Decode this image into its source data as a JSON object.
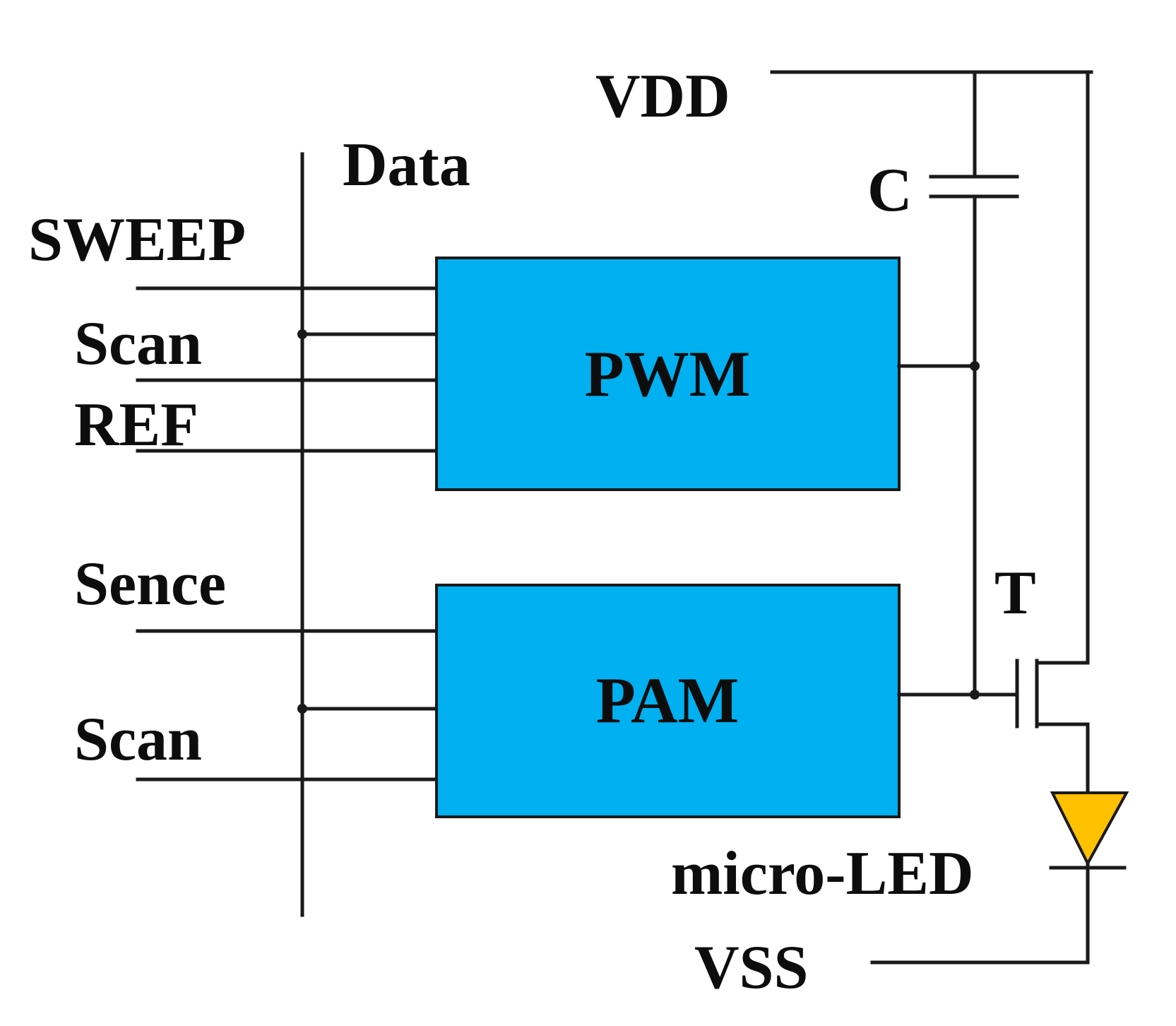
{
  "labels": {
    "vdd": "VDD",
    "data": "Data",
    "capacitor": "C",
    "sweep": "SWEEP",
    "scan_top": "Scan",
    "ref": "REF",
    "sence": "Sence",
    "scan_bottom": "Scan",
    "transistor": "T",
    "led": "micro-LED",
    "vss": "VSS"
  },
  "blocks": {
    "pwm": "PWM",
    "pam": "PAM"
  },
  "colors": {
    "block_fill": "#00B0F0",
    "led_fill": "#FFC000",
    "wire": "#1a1a1a"
  }
}
